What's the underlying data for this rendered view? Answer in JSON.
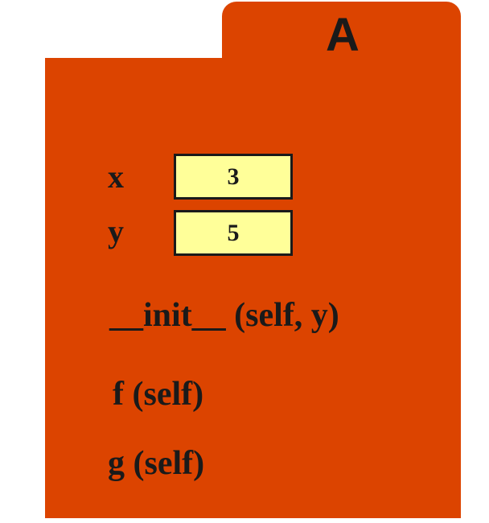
{
  "colors": {
    "folder": "#dc4400",
    "value_box": "#ffff99",
    "text": "#1a1a1a"
  },
  "class_name": "A",
  "variables": [
    {
      "name": "x",
      "value": "3"
    },
    {
      "name": "y",
      "value": "5"
    }
  ],
  "methods": [
    "__init__ (self, y)",
    "f (self)",
    "g (self)"
  ]
}
